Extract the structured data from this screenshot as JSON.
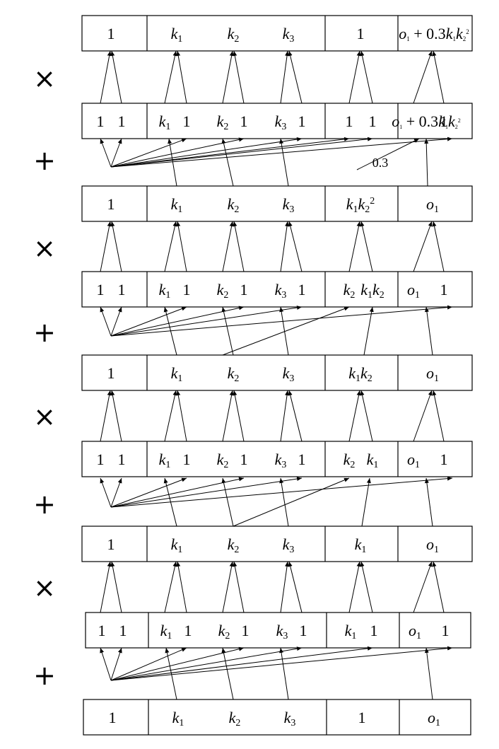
{
  "colors": {
    "line": "#000000",
    "background": "#ffffff"
  },
  "operators": [
    "×",
    "+",
    "×",
    "+",
    "×",
    "+",
    "×",
    "+"
  ],
  "weight_label": "0.3",
  "rows": [
    {
      "kind": "single",
      "cells": [
        [
          "1"
        ],
        [
          "<tspan font-style=\"italic\">k</tspan><tspan font-size=\"14\" dy=\"4\">1</tspan>",
          "<tspan font-style=\"italic\">k</tspan><tspan font-size=\"14\" dy=\"4\">2</tspan>",
          "<tspan font-style=\"italic\">k</tspan><tspan font-size=\"14\" dy=\"4\">3</tspan>"
        ],
        [
          "1"
        ],
        [
          "<tspan font-style=\"italic\">o</tspan><tspan font-size=\"9\" dy=\"3\">1</tspan><tspan dy=\"-3\"> + 0.3</tspan><tspan font-style=\"italic\">k</tspan><tspan font-size=\"9\" dy=\"3\">1</tspan><tspan font-style=\"italic\" dy=\"-3\">k</tspan><tspan font-size=\"9\" dy=\"3\">2</tspan><tspan font-size=\"9\" dy=\"-10\">2</tspan>"
        ]
      ]
    },
    {
      "kind": "pair",
      "cells": [
        [
          "1",
          "1"
        ],
        [
          "<tspan font-style=\"italic\">k</tspan><tspan font-size=\"14\" dy=\"4\">1</tspan>",
          "1",
          "<tspan font-style=\"italic\">k</tspan><tspan font-size=\"14\" dy=\"4\">2</tspan>",
          "1",
          "<tspan font-style=\"italic\">k</tspan><tspan font-size=\"14\" dy=\"4\">3</tspan>",
          "1"
        ],
        [
          "1",
          "1"
        ],
        [
          "<tspan font-style=\"italic\">o</tspan><tspan font-size=\"8\" dy=\"3\">1</tspan><tspan dy=\"-3\"> + 0.3</tspan><tspan font-style=\"italic\">k</tspan><tspan font-size=\"8\" dy=\"3\">1</tspan><tspan font-style=\"italic\" dy=\"-3\">k</tspan><tspan font-size=\"8\" dy=\"3\">2</tspan><tspan font-size=\"8\" dy=\"-9\">2</tspan>",
          "1"
        ]
      ]
    },
    {
      "kind": "single",
      "cells": [
        [
          "1"
        ],
        [
          "<tspan font-style=\"italic\">k</tspan><tspan font-size=\"14\" dy=\"4\">1</tspan>",
          "<tspan font-style=\"italic\">k</tspan><tspan font-size=\"14\" dy=\"4\">2</tspan>",
          "<tspan font-style=\"italic\">k</tspan><tspan font-size=\"14\" dy=\"4\">3</tspan>"
        ],
        [
          "<tspan font-style=\"italic\">k</tspan><tspan font-size=\"14\" dy=\"4\">1</tspan><tspan font-style=\"italic\" dy=\"-4\">k</tspan><tspan font-size=\"14\" dy=\"4\">2</tspan><tspan font-size=\"14\" dy=\"-12\">2</tspan>"
        ],
        [
          "<tspan font-style=\"italic\">o</tspan><tspan font-size=\"14\" dy=\"4\">1</tspan>"
        ]
      ]
    },
    {
      "kind": "pair",
      "cells": [
        [
          "1",
          "1"
        ],
        [
          "<tspan font-style=\"italic\">k</tspan><tspan font-size=\"14\" dy=\"4\">1</tspan>",
          "1",
          "<tspan font-style=\"italic\">k</tspan><tspan font-size=\"14\" dy=\"4\">2</tspan>",
          "1",
          "<tspan font-style=\"italic\">k</tspan><tspan font-size=\"14\" dy=\"4\">3</tspan>",
          "1"
        ],
        [
          "<tspan font-style=\"italic\">k</tspan><tspan font-size=\"14\" dy=\"4\">2</tspan>",
          "<tspan font-style=\"italic\">k</tspan><tspan font-size=\"14\" dy=\"4\">1</tspan><tspan font-style=\"italic\" dy=\"-4\">k</tspan><tspan font-size=\"14\" dy=\"4\">2</tspan>"
        ],
        [
          "<tspan font-style=\"italic\">o</tspan><tspan font-size=\"14\" dy=\"4\">1</tspan>",
          "1"
        ]
      ]
    },
    {
      "kind": "single",
      "cells": [
        [
          "1"
        ],
        [
          "<tspan font-style=\"italic\">k</tspan><tspan font-size=\"14\" dy=\"4\">1</tspan>",
          "<tspan font-style=\"italic\">k</tspan><tspan font-size=\"14\" dy=\"4\">2</tspan>",
          "<tspan font-style=\"italic\">k</tspan><tspan font-size=\"14\" dy=\"4\">3</tspan>"
        ],
        [
          "<tspan font-style=\"italic\">k</tspan><tspan font-size=\"14\" dy=\"4\">1</tspan><tspan font-style=\"italic\" dy=\"-4\">k</tspan><tspan font-size=\"14\" dy=\"4\">2</tspan>"
        ],
        [
          "<tspan font-style=\"italic\">o</tspan><tspan font-size=\"14\" dy=\"4\">1</tspan>"
        ]
      ]
    },
    {
      "kind": "pair",
      "cells": [
        [
          "1",
          "1"
        ],
        [
          "<tspan font-style=\"italic\">k</tspan><tspan font-size=\"14\" dy=\"4\">1</tspan>",
          "1",
          "<tspan font-style=\"italic\">k</tspan><tspan font-size=\"14\" dy=\"4\">2</tspan>",
          "1",
          "<tspan font-style=\"italic\">k</tspan><tspan font-size=\"14\" dy=\"4\">3</tspan>",
          "1"
        ],
        [
          "<tspan font-style=\"italic\">k</tspan><tspan font-size=\"14\" dy=\"4\">2</tspan>",
          "<tspan font-style=\"italic\">k</tspan><tspan font-size=\"14\" dy=\"4\">1</tspan>"
        ],
        [
          "<tspan font-style=\"italic\">o</tspan><tspan font-size=\"14\" dy=\"4\">1</tspan>",
          "1"
        ]
      ]
    },
    {
      "kind": "single",
      "cells": [
        [
          "1"
        ],
        [
          "<tspan font-style=\"italic\">k</tspan><tspan font-size=\"14\" dy=\"4\">1</tspan>",
          "<tspan font-style=\"italic\">k</tspan><tspan font-size=\"14\" dy=\"4\">2</tspan>",
          "<tspan font-style=\"italic\">k</tspan><tspan font-size=\"14\" dy=\"4\">3</tspan>"
        ],
        [
          "<tspan font-style=\"italic\">k</tspan><tspan font-size=\"14\" dy=\"4\">1</tspan>"
        ],
        [
          "<tspan font-style=\"italic\">o</tspan><tspan font-size=\"14\" dy=\"4\">1</tspan>"
        ]
      ]
    },
    {
      "kind": "pair",
      "cells": [
        [
          "1",
          "1"
        ],
        [
          "<tspan font-style=\"italic\">k</tspan><tspan font-size=\"14\" dy=\"4\">1</tspan>",
          "1",
          "<tspan font-style=\"italic\">k</tspan><tspan font-size=\"14\" dy=\"4\">2</tspan>",
          "1",
          "<tspan font-style=\"italic\">k</tspan><tspan font-size=\"14\" dy=\"4\">3</tspan>",
          "1"
        ],
        [
          "<tspan font-style=\"italic\">k</tspan><tspan font-size=\"14\" dy=\"4\">1</tspan>",
          "1"
        ],
        [
          "<tspan font-style=\"italic\">o</tspan><tspan font-size=\"14\" dy=\"4\">1</tspan>",
          "1"
        ]
      ]
    },
    {
      "kind": "single",
      "cells": [
        [
          "1"
        ],
        [
          "<tspan font-style=\"italic\">k</tspan><tspan font-size=\"14\" dy=\"4\">1</tspan>",
          "<tspan font-style=\"italic\">k</tspan><tspan font-size=\"14\" dy=\"4\">2</tspan>",
          "<tspan font-style=\"italic\">k</tspan><tspan font-size=\"14\" dy=\"4\">3</tspan>"
        ],
        [
          "1"
        ],
        [
          "<tspan font-style=\"italic\">o</tspan><tspan font-size=\"14\" dy=\"4\">1</tspan>"
        ]
      ]
    }
  ]
}
